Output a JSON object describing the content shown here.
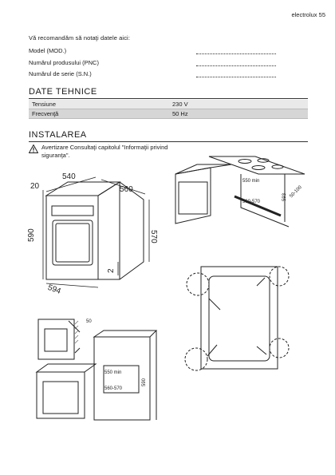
{
  "header": {
    "brand": "electrolux",
    "page_number": "55"
  },
  "record_intro": "Vă recomandăm să notaţi datele aici:",
  "record_fields": [
    {
      "label": "Model (MOD.)"
    },
    {
      "label": "Numărul produsului (PNC)"
    },
    {
      "label": "Numărul de serie (S.N.)"
    }
  ],
  "tech": {
    "title": "DATE TEHNICE",
    "rows": [
      {
        "name": "Tensiune",
        "value": "230 V"
      },
      {
        "name": "Frecvenţă",
        "value": "50 Hz"
      }
    ]
  },
  "install": {
    "title": "INSTALAREA",
    "warning": "Avertizare Consultaţi capitolul \"Informaţii privind siguranţa\"."
  },
  "dims_oven": {
    "width": "540",
    "depth": "560",
    "front_offset": "20",
    "height_front": "590",
    "height_side": "570",
    "gap": "2",
    "front_width": "594"
  },
  "dims_wall": {
    "depth": "550 min",
    "height": "593",
    "width": "560-570",
    "side_depth": "50-100"
  },
  "dims_bottom": {
    "side": "50",
    "depth": "550 min",
    "width": "560-570",
    "height": "590"
  },
  "colors": {
    "text": "#1a1a1a",
    "row1": "#e9e9e9",
    "row2": "#d6d6d6",
    "hatch": "#666666"
  }
}
